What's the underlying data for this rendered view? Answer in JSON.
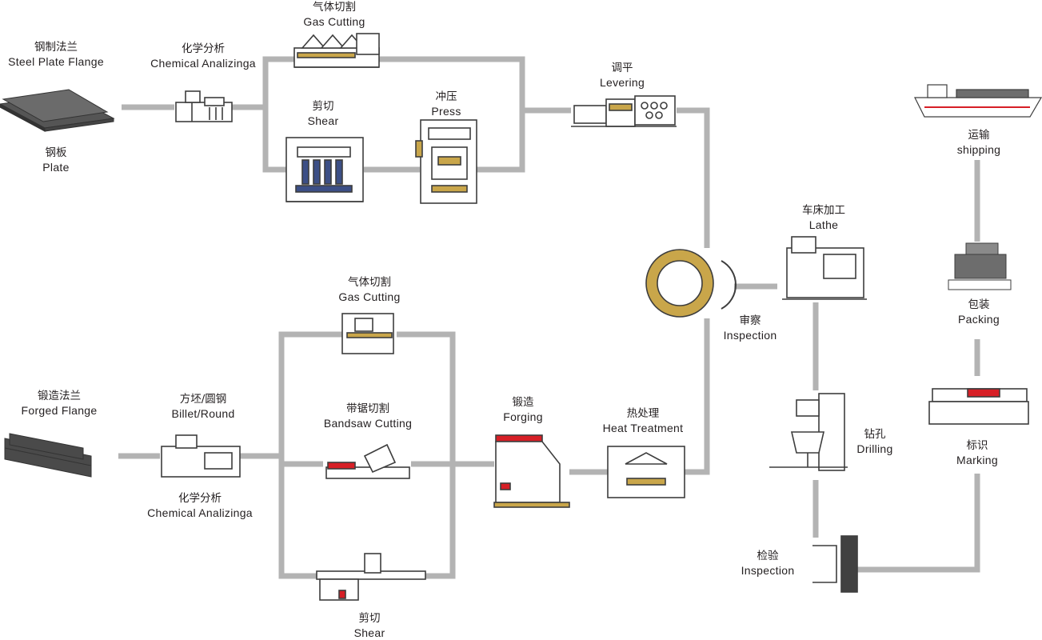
{
  "colors": {
    "pipe": "#b3b3b3",
    "outline": "#3d3d3d",
    "gold": "#c9a64a",
    "blue": "#3c4f86",
    "red": "#d71f26",
    "dark": "#414141"
  },
  "nodes": {
    "steel_plate_flange": {
      "zh": "钢制法兰",
      "en": "Steel Plate Flange",
      "icon": "plate-stack-icon"
    },
    "plate": {
      "zh": "钢板",
      "en": "Plate"
    },
    "chemical_top": {
      "zh": "化学分析",
      "en": "Chemical Analizinga",
      "icon": "analyzer-machine-icon"
    },
    "gas_cutting_top": {
      "zh": "气体切割",
      "en": "Gas Cutting",
      "icon": "gas-cutting-machine-icon"
    },
    "shear_top": {
      "zh": "剪切",
      "en": "Shear",
      "icon": "shear-machine-icon"
    },
    "press": {
      "zh": "冲压",
      "en": "Press",
      "icon": "press-machine-icon"
    },
    "levering": {
      "zh": "调平",
      "en": "Levering",
      "icon": "leveling-machine-icon"
    },
    "inspection_ring": {
      "zh": "审察",
      "en": "Inspection",
      "icon": "flange-ring-icon"
    },
    "lathe": {
      "zh": "车床加工",
      "en": "Lathe",
      "icon": "lathe-machine-icon"
    },
    "drilling": {
      "zh": "钻孔",
      "en": "Drilling",
      "icon": "drilling-machine-icon"
    },
    "inspection_bottom": {
      "zh": "检验",
      "en": "Inspection",
      "icon": "inspection-gauge-icon"
    },
    "marking": {
      "zh": "标识",
      "en": "Marking",
      "icon": "marking-machine-icon"
    },
    "packing": {
      "zh": "包装",
      "en": "Packing",
      "icon": "pallet-icon"
    },
    "shipping": {
      "zh": "运输",
      "en": "shipping",
      "icon": "cargo-ship-icon"
    },
    "forged_flange": {
      "zh": "锻造法兰",
      "en": "Forged Flange",
      "icon": "round-bars-icon"
    },
    "billet_round": {
      "zh": "方坯/圆钢",
      "en": "Billet/Round"
    },
    "chemical_bottom": {
      "zh": "化学分析",
      "en": "Chemical Analizinga",
      "icon": "analyzer-machine-icon"
    },
    "gas_cutting_bottom": {
      "zh": "气体切割",
      "en": "Gas Cutting",
      "icon": "gas-cutting-machine-icon"
    },
    "bandsaw_cutting": {
      "zh": "带锯切割",
      "en": "Bandsaw Cutting",
      "icon": "bandsaw-machine-icon"
    },
    "shear_bottom": {
      "zh": "剪切",
      "en": "Shear",
      "icon": "shear-machine-icon"
    },
    "forging": {
      "zh": "锻造",
      "en": "Forging",
      "icon": "forging-hammer-icon"
    },
    "heat_treatment": {
      "zh": "热处理",
      "en": "Heat Treatment",
      "icon": "furnace-icon"
    }
  }
}
